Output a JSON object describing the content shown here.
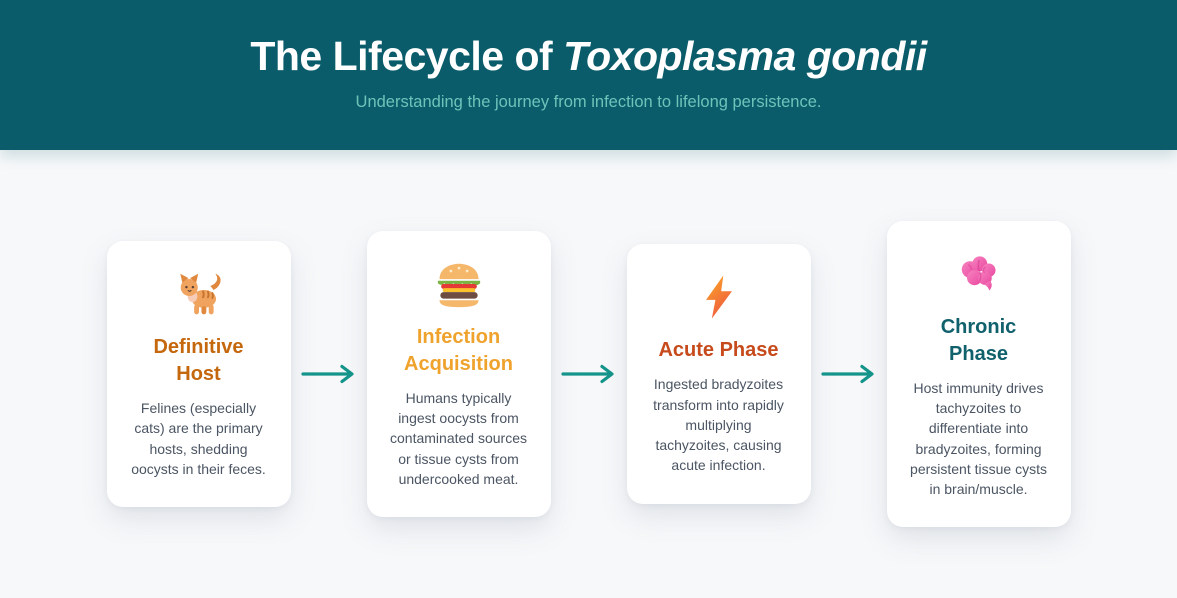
{
  "header": {
    "title_prefix": "The Lifecycle of ",
    "title_species": "Toxoplasma gondii",
    "subtitle": "Understanding the journey from infection to lifelong persistence.",
    "bg_color": "#0a5c6b",
    "title_color": "#ffffff",
    "subtitle_color": "#6cc4b9"
  },
  "page": {
    "bg_color": "#f7f8fa",
    "card_bg": "#ffffff",
    "body_text_color": "#4b5563"
  },
  "flow": {
    "arrow_color": "#14948a",
    "steps": [
      {
        "icon": "cat-icon",
        "title": "Definitive Host",
        "title_color": "#c4670d",
        "description": "Felines (especially cats) are the primary hosts, shedding oocysts in their feces."
      },
      {
        "icon": "burger-icon",
        "title": "Infection Acquisition",
        "title_color": "#efa32d",
        "description": "Humans typically ingest oocysts from contaminated sources or tissue cysts from undercooked meat."
      },
      {
        "icon": "lightning-icon",
        "title": "Acute Phase",
        "title_color": "#c64a1b",
        "description": "Ingested bradyzoites transform into rapidly multiplying tachyzoites, causing acute infection."
      },
      {
        "icon": "brain-icon",
        "title": "Chronic Phase",
        "title_color": "#11616d",
        "description": "Host immunity drives tachyzoites to differentiate into bradyzoites, forming persistent tissue cysts in brain/muscle."
      }
    ]
  }
}
